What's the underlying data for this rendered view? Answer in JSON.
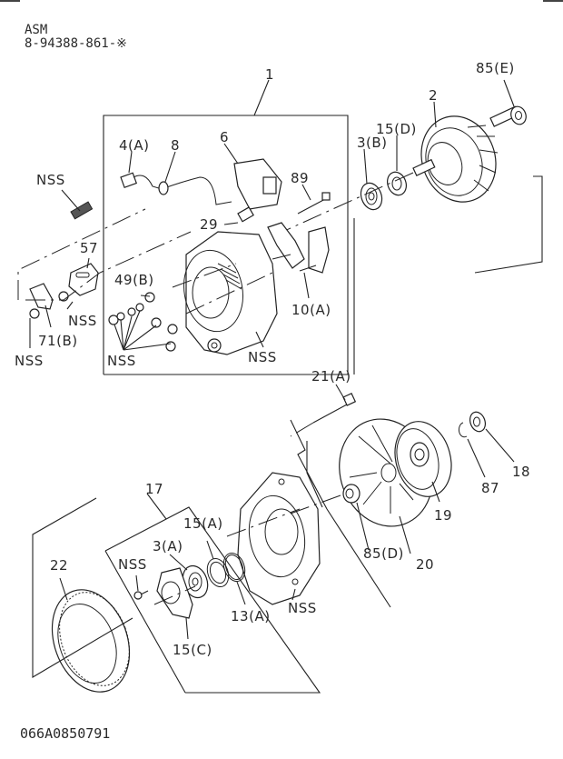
{
  "header": {
    "assembly_label": "ASM",
    "part_number": "8-94388-861-※"
  },
  "footer": {
    "figure_code": "066A0850791"
  },
  "callouts": {
    "c1": "1",
    "c2": "2",
    "c85E": "85(E)",
    "c15D": "15(D)",
    "c3B": "3(B)",
    "c4A": "4(A)",
    "c8": "8",
    "c6": "6",
    "c89": "89",
    "c29": "29",
    "c57": "57",
    "c49B": "49(B)",
    "c10A": "10(A)",
    "c71B": "71(B)",
    "nss_top_left": "NSS",
    "nss_57": "NSS",
    "nss_71": "NSS",
    "nss_nuts": "NSS",
    "nss_housing": "NSS",
    "c21A": "21(A)",
    "c85D": "85(D)",
    "c20": "20",
    "c19": "19",
    "c87": "87",
    "c18": "18",
    "c17": "17",
    "c15A": "15(A)",
    "c3A": "3(A)",
    "nss_screw": "NSS",
    "c13A": "13(A)",
    "nss_frame": "NSS",
    "c15C": "15(C)",
    "c22": "22"
  }
}
